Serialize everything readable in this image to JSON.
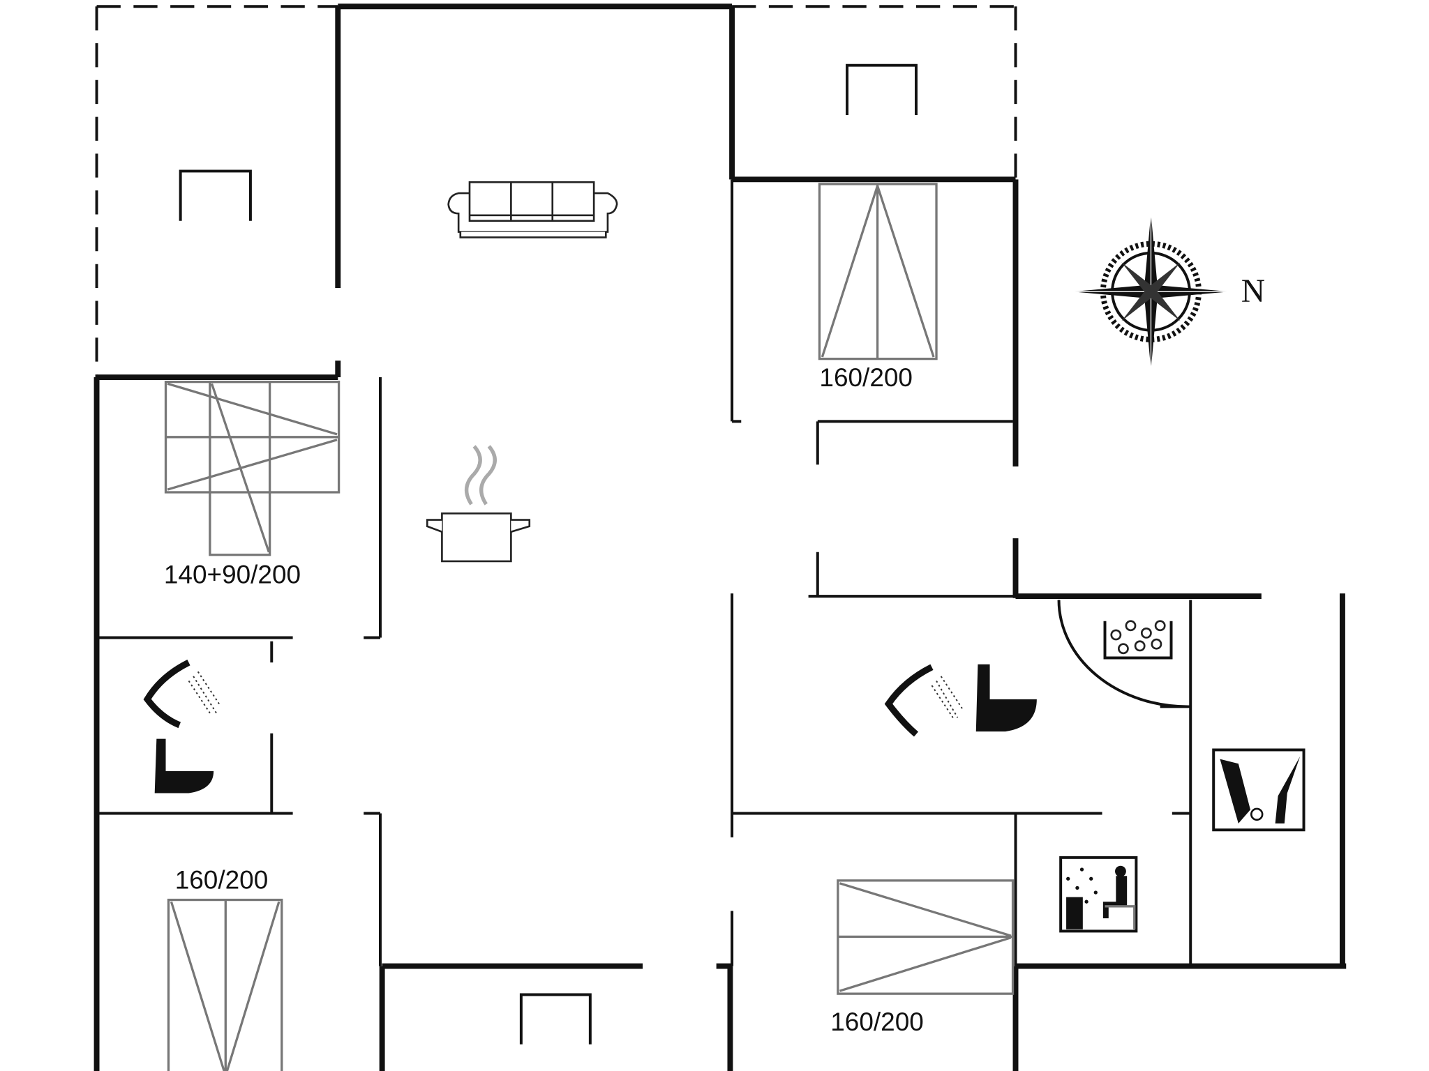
{
  "plan": {
    "bed_labels": [
      "160/200",
      "140+90/200",
      "160/200",
      "160/200"
    ],
    "compass_label": "N",
    "icons": [
      "sofa-icon",
      "cooking-pot-icon",
      "shower-icon",
      "toilet-icon",
      "whirlpool-icon",
      "sauna-icon",
      "cleaning-icon",
      "compass-rose-icon",
      "terrace-door-icon"
    ],
    "colors": {
      "wall": "#111111",
      "furniture": "#777777",
      "background": "#ffffff"
    }
  }
}
